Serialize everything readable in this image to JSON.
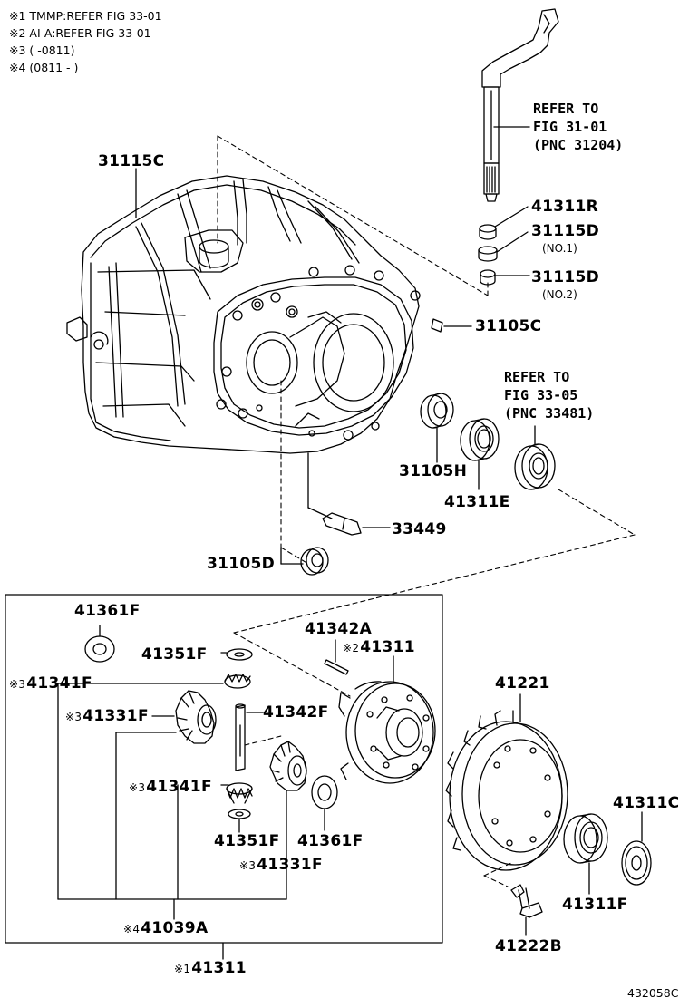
{
  "notes": [
    "※1 TMMP:REFER FIG 33-01",
    "※2 AI-A:REFER FIG 33-01",
    "※3 (        -0811)",
    "※4 (0811 -        )"
  ],
  "references": {
    "ref1": {
      "line1": "REFER TO",
      "line2": "FIG 31-01",
      "line3": "(PNC 31204)"
    },
    "ref2": {
      "line1": "REFER TO",
      "line2": "FIG 33-05",
      "line3": "(PNC 33481)"
    }
  },
  "parts": {
    "p31115C": "31115C",
    "p41311R": "41311R",
    "p31115D_1": "31115D",
    "p31115D_1_sub": "(NO.1)",
    "p31115D_2": "31115D",
    "p31115D_2_sub": "(NO.2)",
    "p31105C": "31105C",
    "p31105H": "31105H",
    "p41311E": "41311E",
    "p33449": "33449",
    "p31105D": "31105D",
    "p41361F_a": "41361F",
    "p41342A": "41342A",
    "p41351F_a": "41351F",
    "p41311_mark": "※2",
    "p41311": "41311",
    "p41341F_a_mark": "※3",
    "p41341F_a": "41341F",
    "p41331F_a_mark": "※3",
    "p41331F_a": "41331F",
    "p41342F": "41342F",
    "p41341F_b_mark": "※3",
    "p41341F_b": "41341F",
    "p41351F_b": "41351F",
    "p41361F_b": "41361F",
    "p41331F_b_mark": "※3",
    "p41331F_b": "41331F",
    "p41039A_mark": "※4",
    "p41039A": "41039A",
    "p41311_bottom_mark": "※1",
    "p41311_bottom": "41311",
    "p41221": "41221",
    "p41311C": "41311C",
    "p41311F": "41311F",
    "p41222B": "41222B"
  },
  "figure_id": "432058C"
}
